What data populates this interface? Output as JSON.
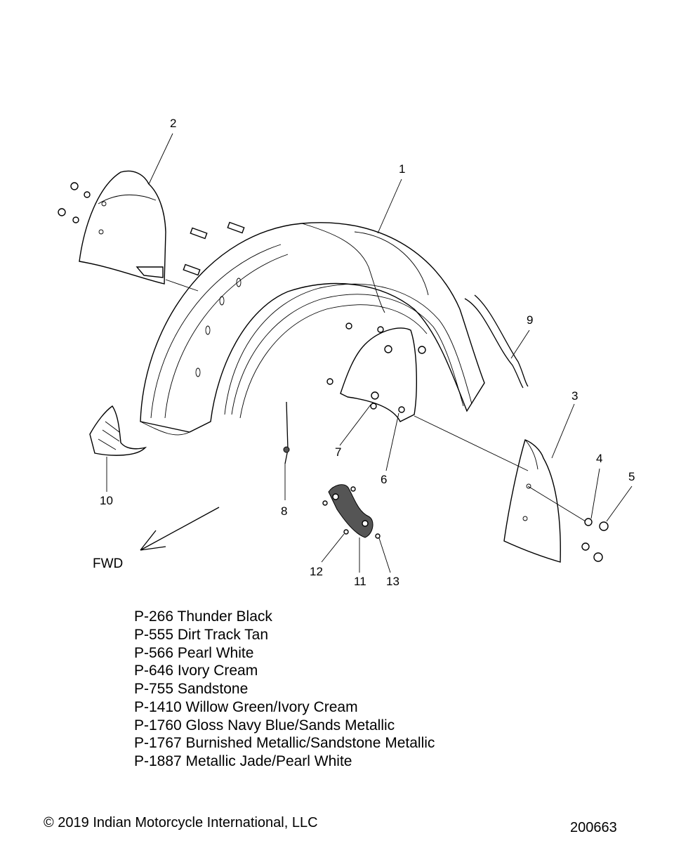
{
  "callouts": [
    "1",
    "2",
    "3",
    "4",
    "5",
    "6",
    "7",
    "8",
    "9",
    "10",
    "11",
    "12",
    "13"
  ],
  "direction": {
    "label": "FWD"
  },
  "paint_codes": [
    {
      "code": "P-266",
      "name": "Thunder Black"
    },
    {
      "code": "P-555",
      "name": "Dirt Track Tan"
    },
    {
      "code": "P-566",
      "name": "Pearl White"
    },
    {
      "code": "P-646",
      "name": "Ivory Cream"
    },
    {
      "code": "P-755",
      "name": "Sandstone"
    },
    {
      "code": "P-1410",
      "name": "Willow Green/Ivory Cream"
    },
    {
      "code": "P-1760",
      "name": "Gloss Navy Blue/Sands Metallic"
    },
    {
      "code": "P-1767",
      "name": "Burnished Metallic/Sandstone Metallic"
    },
    {
      "code": "P-1887",
      "name": "Metallic Jade/Pearl White"
    }
  ],
  "paint_code_lines": [
    "P-266  Thunder Black",
    "P-555  Dirt Track Tan",
    "P-566  Pearl White",
    "P-646  Ivory Cream",
    "P-755  Sandstone",
    "P-1410 Willow Green/Ivory Cream",
    "P-1760 Gloss Navy Blue/Sands Metallic",
    "P-1767 Burnished Metallic/Sandstone Metallic",
    "P-1887 Metallic Jade/Pearl White"
  ],
  "footer": {
    "copyright": "© 2019 Indian Motorcycle International, LLC",
    "drawing_number": "200663"
  }
}
